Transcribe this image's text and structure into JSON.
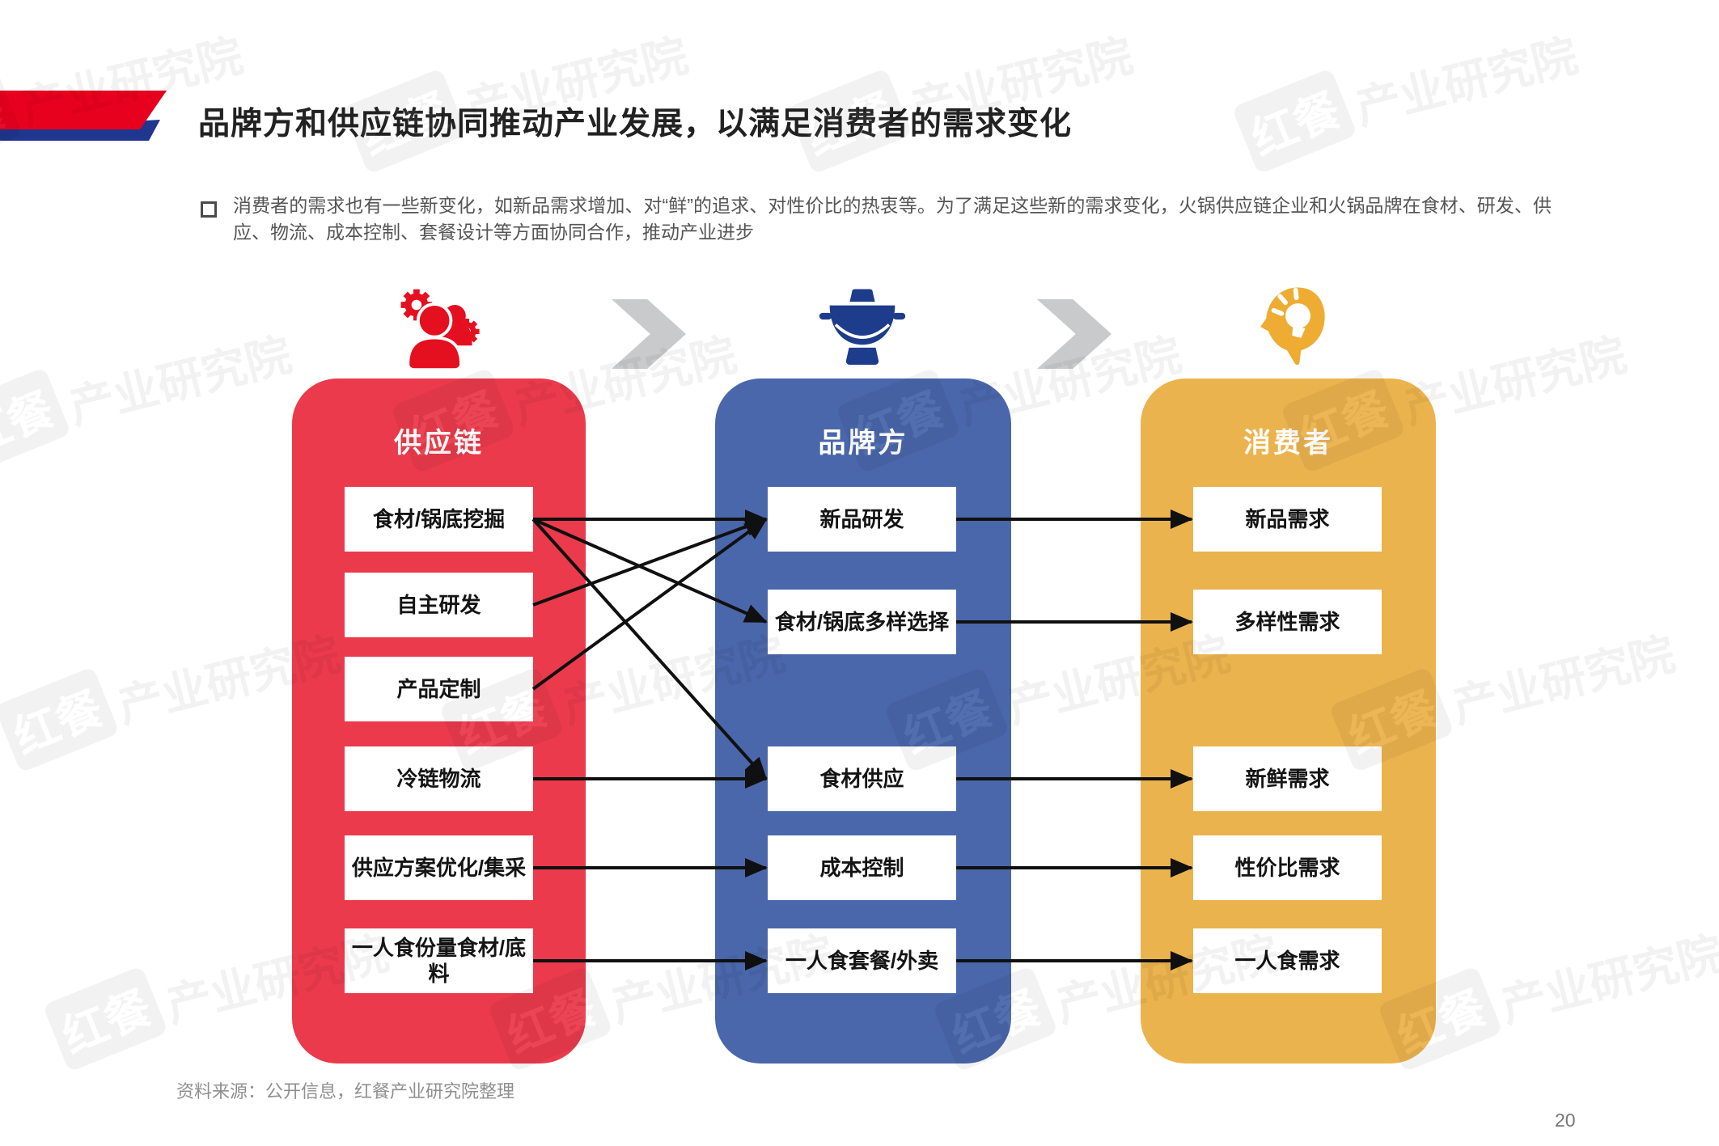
{
  "header": {
    "title": "品牌方和供应链协同推动产业发展，以满足消费者的需求变化"
  },
  "intro": {
    "text": "消费者的需求也有一些新变化，如新品需求增加、对“鲜”的追求、对性价比的热衷等。为了满足这些新的需求变化，火锅供应链企业和火锅品牌在食材、研发、供应、物流、成本控制、套餐设计等方面协同合作，推动产业进步"
  },
  "columns": [
    {
      "id": "supply",
      "label": "供应链",
      "color": "#EA3A4B",
      "icon": "team-gears-icon",
      "items": [
        "食材/锅底挖掘",
        "自主研发",
        "产品定制",
        "冷链物流",
        "供应方案优化/集采",
        "一人食份量食材/底料"
      ]
    },
    {
      "id": "brand",
      "label": "品牌方",
      "color": "#4A67AB",
      "icon": "hotpot-icon",
      "items": [
        "新品研发",
        "食材/锅底多样选择",
        "食材供应",
        "成本控制",
        "一人食套餐/外卖"
      ]
    },
    {
      "id": "consumer",
      "label": "消费者",
      "color": "#EBB34E",
      "icon": "idea-head-icon",
      "items": [
        "新品需求",
        "多样性需求",
        "新鲜需求",
        "性价比需求",
        "一人食需求"
      ]
    }
  ],
  "arrows": [
    {
      "from": "supply-0",
      "to": "brand-0"
    },
    {
      "from": "supply-1",
      "to": "brand-0"
    },
    {
      "from": "supply-2",
      "to": "brand-0"
    },
    {
      "from": "supply-0",
      "to": "brand-1"
    },
    {
      "from": "supply-0",
      "to": "brand-2"
    },
    {
      "from": "supply-3",
      "to": "brand-2"
    },
    {
      "from": "supply-4",
      "to": "brand-3"
    },
    {
      "from": "supply-5",
      "to": "brand-4"
    },
    {
      "from": "brand-0",
      "to": "consumer-0"
    },
    {
      "from": "brand-1",
      "to": "consumer-1"
    },
    {
      "from": "brand-2",
      "to": "consumer-2"
    },
    {
      "from": "brand-3",
      "to": "consumer-3"
    },
    {
      "from": "brand-4",
      "to": "consumer-4"
    }
  ],
  "footer": {
    "source": "资料来源：公开信息，红餐产业研究院整理",
    "page_number": "20"
  },
  "watermark": {
    "logo": "红餐",
    "text": "产业研究院"
  }
}
